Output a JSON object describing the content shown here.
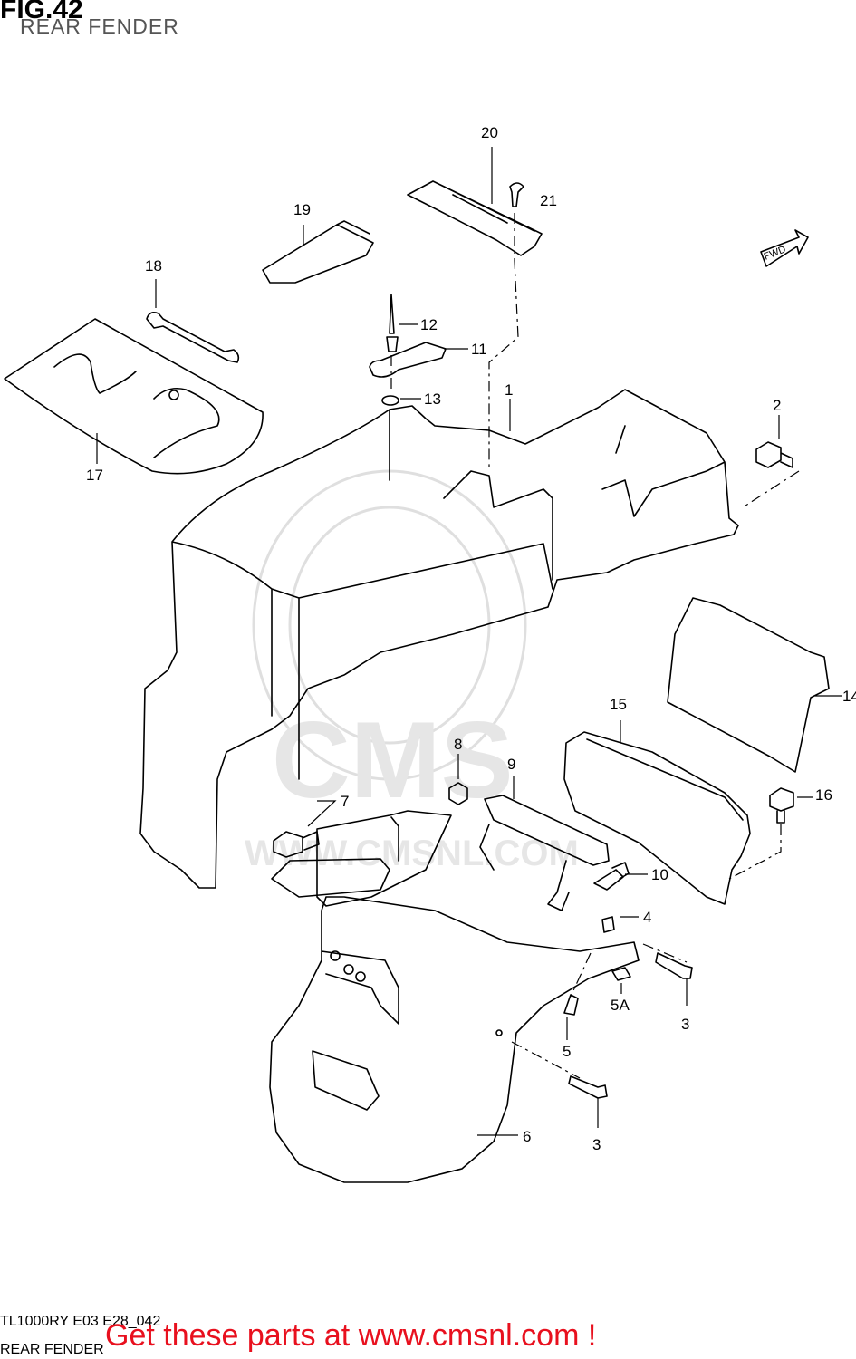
{
  "figure": {
    "title": "FIG.42",
    "subtitle": "REAR FENDER"
  },
  "callouts": {
    "p1": "1",
    "p2": "2",
    "p3a": "3",
    "p3b": "3",
    "p4": "4",
    "p5": "5",
    "p5a": "5A",
    "p6": "6",
    "p7": "7",
    "p8": "8",
    "p9": "9",
    "p10": "10",
    "p11": "11",
    "p12": "12",
    "p13": "13",
    "p14": "14",
    "p15": "15",
    "p16": "16",
    "p17": "17",
    "p18": "18",
    "p19": "19",
    "p20": "20",
    "p21": "21"
  },
  "fwd_marker": "FWD",
  "watermark": "CMS",
  "watermark_url": "WWW.CMSNL.COM",
  "footer": {
    "model_code": "TL1000RY E03 E28_042",
    "section_name": "REAR FENDER"
  },
  "cta": {
    "label": "Get these parts at www.cmsnl.com !",
    "color": "#e8101e"
  }
}
